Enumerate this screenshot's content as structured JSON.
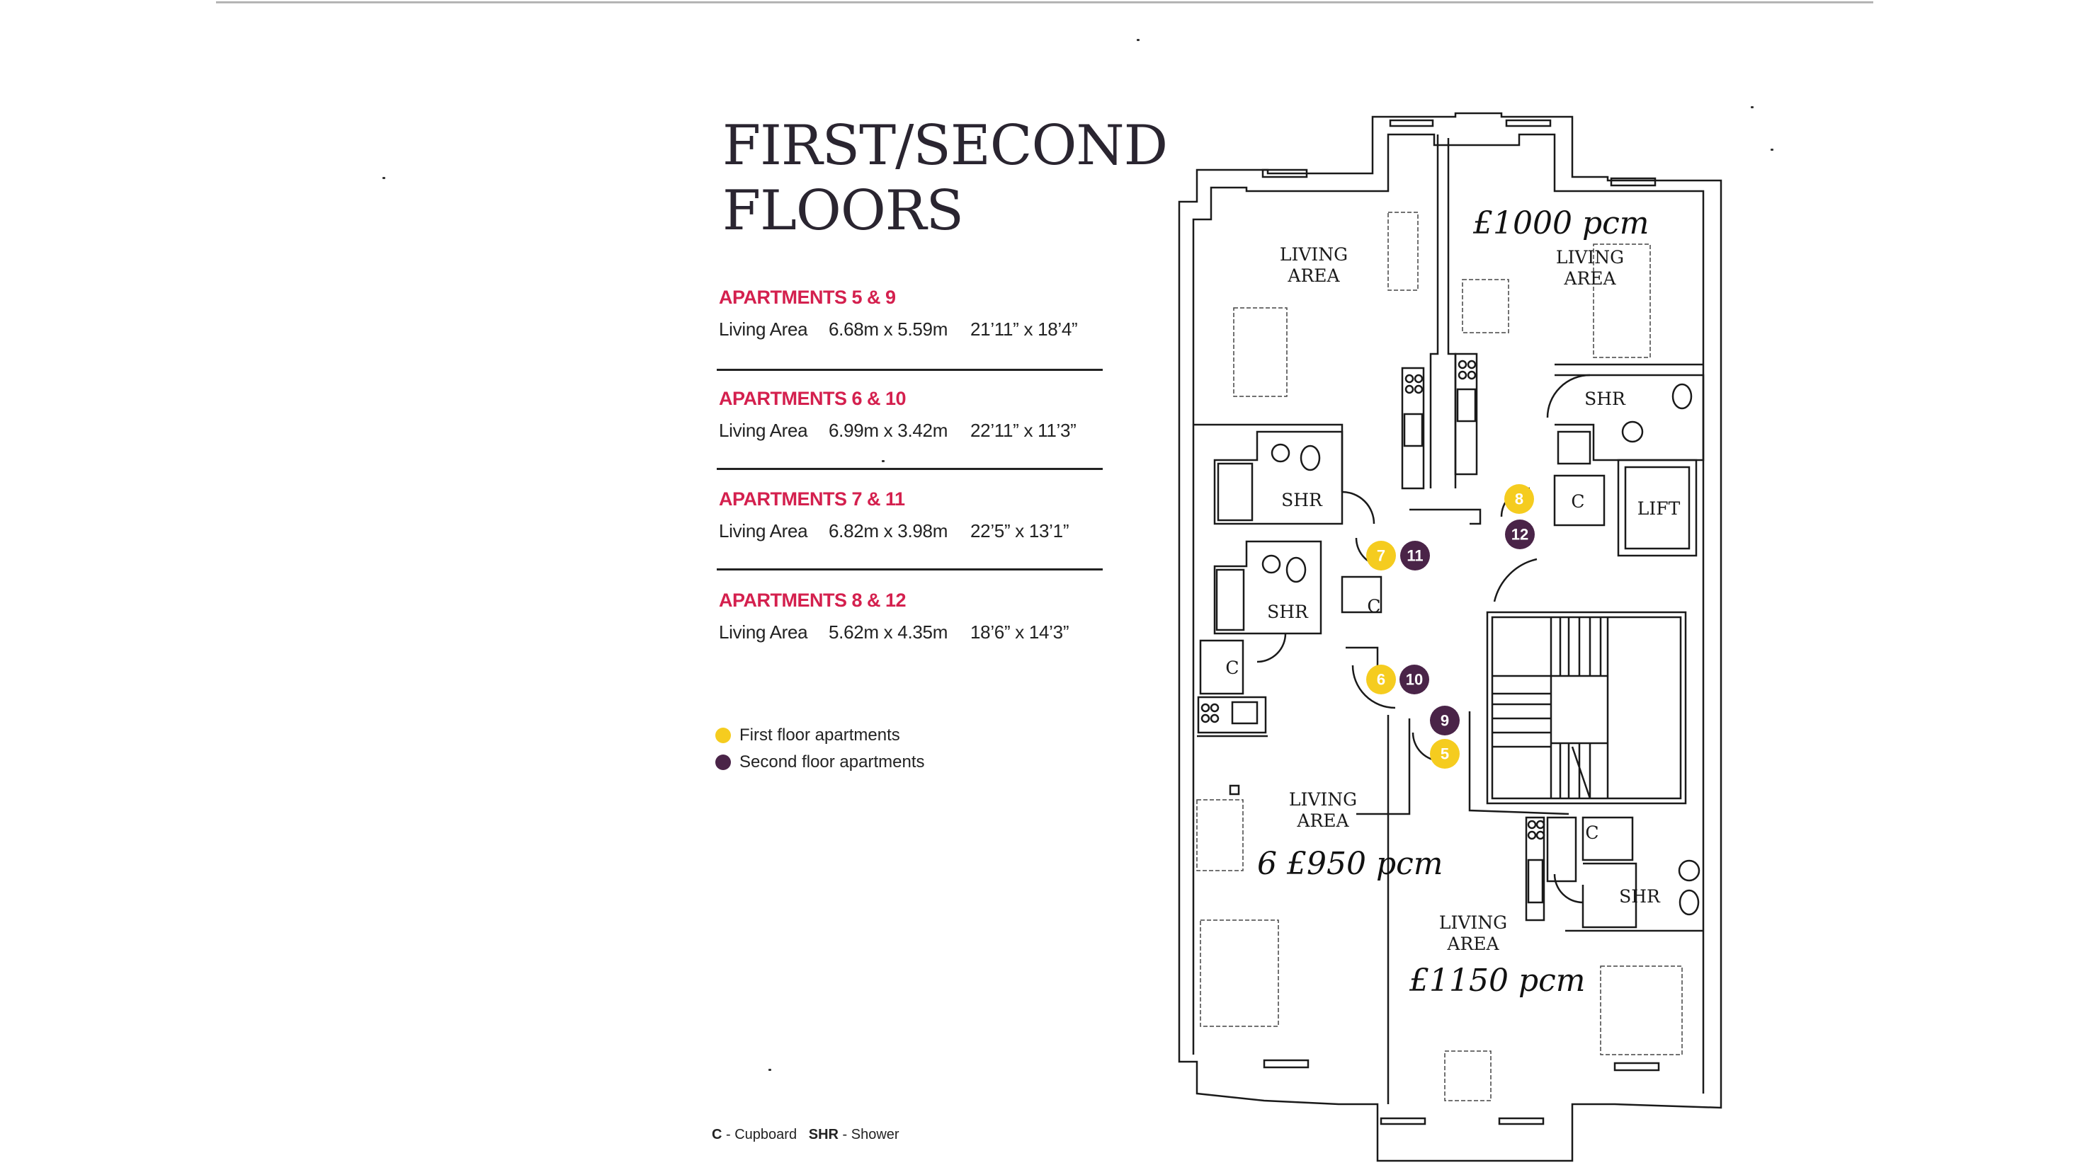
{
  "title": {
    "line1": "FIRST/SECOND",
    "line2": "FLOORS"
  },
  "apartments": [
    {
      "heading": "APARTMENTS 5 & 9",
      "room": "Living Area",
      "metric": "6.68m x 5.59m",
      "imperial": "21’11” x 18’4”"
    },
    {
      "heading": "APARTMENTS 6 & 10",
      "room": "Living Area",
      "metric": "6.99m x 3.42m",
      "imperial": "22’11” x 11’3”"
    },
    {
      "heading": "APARTMENTS 7 & 11",
      "room": "Living Area",
      "metric": "6.82m x 3.98m",
      "imperial": "22’5” x 13’1”"
    },
    {
      "heading": "APARTMENTS 8 & 12",
      "room": "Living Area",
      "metric": "5.62m x 4.35m",
      "imperial": "18’6” x 14’3”"
    }
  ],
  "legend": {
    "first_floor": "First floor apartments",
    "second_floor": "Second floor apartments"
  },
  "footer": {
    "c_key": "C",
    "c_meaning": "- Cupboard",
    "shr_key": "SHR",
    "shr_meaning": "- Shower"
  },
  "plan": {
    "rooms": {
      "living_top_left": [
        "LIVING",
        "AREA"
      ],
      "living_top_right": [
        "LIVING",
        "AREA"
      ],
      "living_bottom_left": [
        "LIVING",
        "AREA"
      ],
      "living_bottom_right": [
        "LIVING",
        "AREA"
      ],
      "shr_top_right": "SHR",
      "shr_left_upper": "SHR",
      "shr_left_lower": "SHR",
      "shr_bottom_right": "SHR",
      "cupboard": "C",
      "lift": "LIFT"
    },
    "markers": {
      "first_floor": [
        "5",
        "6",
        "7",
        "8"
      ],
      "second_floor": [
        "9",
        "10",
        "11",
        "12"
      ]
    },
    "handwritten": {
      "top_right": "£1000 pcm",
      "bottom_left": "6 £950 pcm",
      "bottom_right": "£1150 pcm"
    }
  },
  "colors": {
    "accent": "#d4204e",
    "first_floor": "#f5cc1f",
    "second_floor": "#4a2448",
    "line": "#1a1a1a"
  }
}
